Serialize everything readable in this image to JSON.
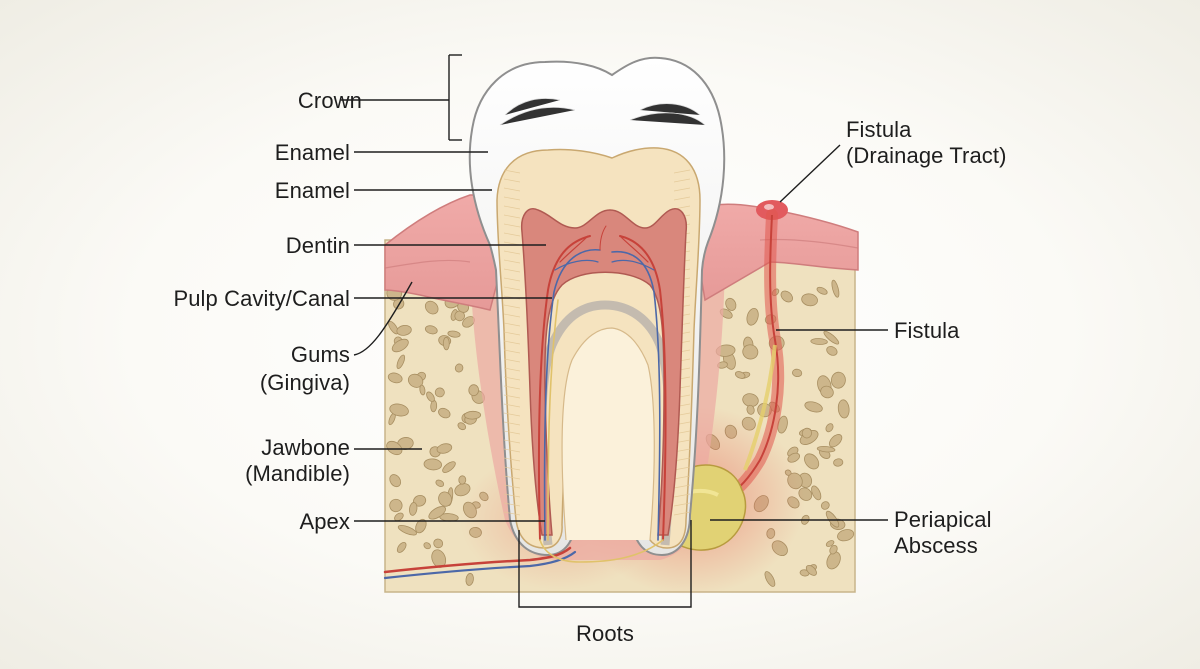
{
  "labels": {
    "crown": "Crown",
    "enamel_1": "Enamel",
    "enamel_2": "Enamel",
    "dentin": "Dentin",
    "pulp": "Pulp Cavity/Canal",
    "gums_1": "Gums",
    "gums_2": "(Gingiva)",
    "jawbone_1": "Jawbone",
    "jawbone_2": "(Mandible)",
    "apex": "Apex",
    "roots": "Roots",
    "fistula_top_1": "Fistula",
    "fistula_top_2": "(Drainage Tract)",
    "fistula": "Fistula",
    "abscess_1": "Periapical",
    "abscess_2": "Abscess"
  },
  "colors": {
    "enamel": "#f4f4f2",
    "dentin": "#f5e3bf",
    "pulp": "#d9877c",
    "gum": "#eba2a2",
    "bone": "#efe1bf",
    "bone_pore": "#cdb68b",
    "abscess": "#e1d274",
    "infection": "#e0584e",
    "nerve_red": "#c7423a",
    "nerve_blue": "#4c68a8",
    "leader": "#1e1e1e"
  }
}
